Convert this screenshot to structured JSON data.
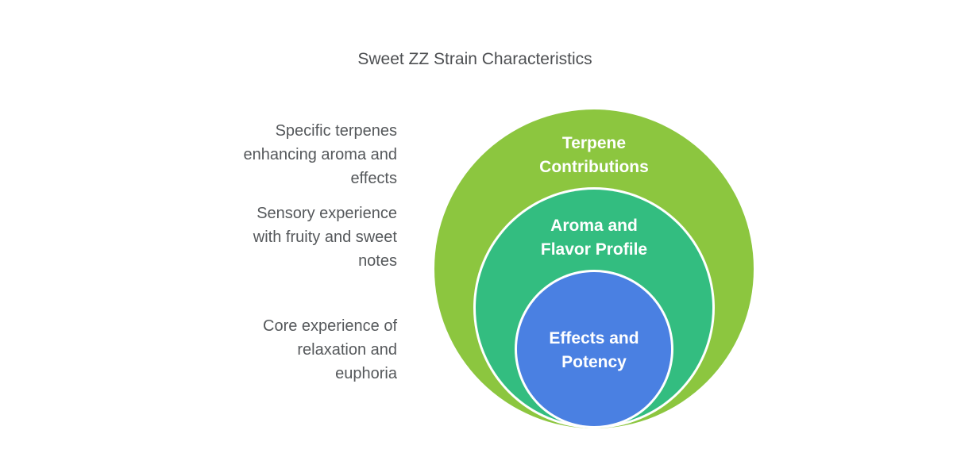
{
  "title": "Sweet ZZ Strain Characteristics",
  "colors": {
    "outer_ring": "#8CC63F",
    "middle_ring": "#33BD80",
    "inner_ring": "#4A80E2",
    "ring_text": "#FFFFFF",
    "side_label_text": "#55585B",
    "title_text": "#4D4F52",
    "background": "#FFFFFF"
  },
  "diagram": {
    "type": "nested-circles",
    "rings": [
      {
        "id": "terpene-contributions",
        "label": "Terpene\nContributions",
        "description": "Specific terpenes\nenhancing aroma and\neffects",
        "color": "#8CC63F",
        "level": "outer"
      },
      {
        "id": "aroma-flavor-profile",
        "label": "Aroma and\nFlavor Profile",
        "description": "Sensory experience\nwith fruity and sweet\nnotes",
        "color": "#33BD80",
        "level": "middle"
      },
      {
        "id": "effects-potency",
        "label": "Effects and\nPotency",
        "description": "Core experience of\nrelaxation and\neuphoria",
        "color": "#4A80E2",
        "level": "inner"
      }
    ]
  }
}
